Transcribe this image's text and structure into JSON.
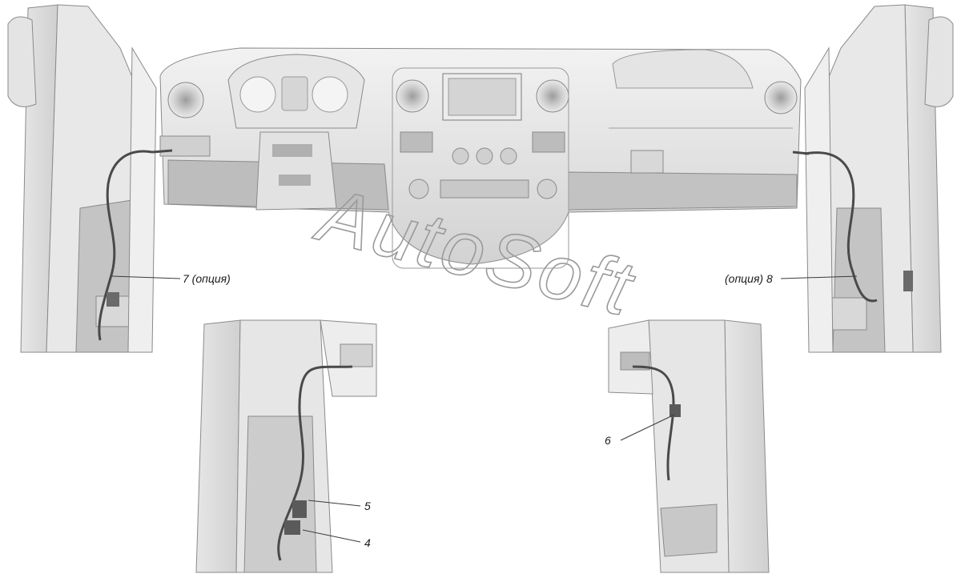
{
  "callouts": {
    "c4": "4",
    "c5": "5",
    "c6": "6",
    "c7": "7 (опция)",
    "c8": "(опция) 8"
  },
  "watermark": {
    "text": "AutoSoft"
  },
  "colors": {
    "panel": "#dcdcdc",
    "panel_dark": "#b9b9b9",
    "panel_light": "#ededed",
    "outline": "#8a8a8a",
    "harness": "#4a4a4a"
  }
}
